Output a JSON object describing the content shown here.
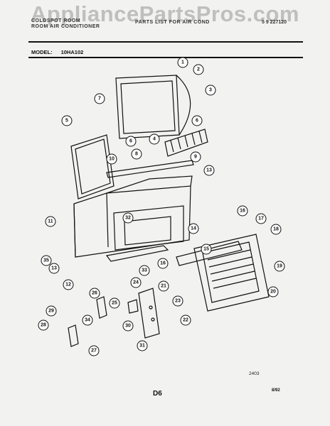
{
  "watermark": "AppliancePartsPros.com",
  "header": {
    "left_line1": "COLDSPOT ROOM",
    "left_line2": "ROOM AIR CONDITIONER",
    "middle": "PARTS LIST FOR AIR COND",
    "right": "5 9 227120"
  },
  "model": {
    "label": "MODEL:",
    "value": "10HA102"
  },
  "callouts": [
    "1",
    "2",
    "3",
    "4",
    "5",
    "6",
    "6",
    "7",
    "8",
    "9",
    "10",
    "11",
    "12",
    "13",
    "13",
    "14",
    "15",
    "16",
    "16",
    "17",
    "18",
    "19",
    "20",
    "21",
    "22",
    "23",
    "24",
    "25",
    "26",
    "27",
    "28",
    "29",
    "30",
    "31",
    "32",
    "33",
    "34",
    "35"
  ],
  "drawing_number": "2403",
  "page_code": "D6",
  "date_code": "8/92"
}
